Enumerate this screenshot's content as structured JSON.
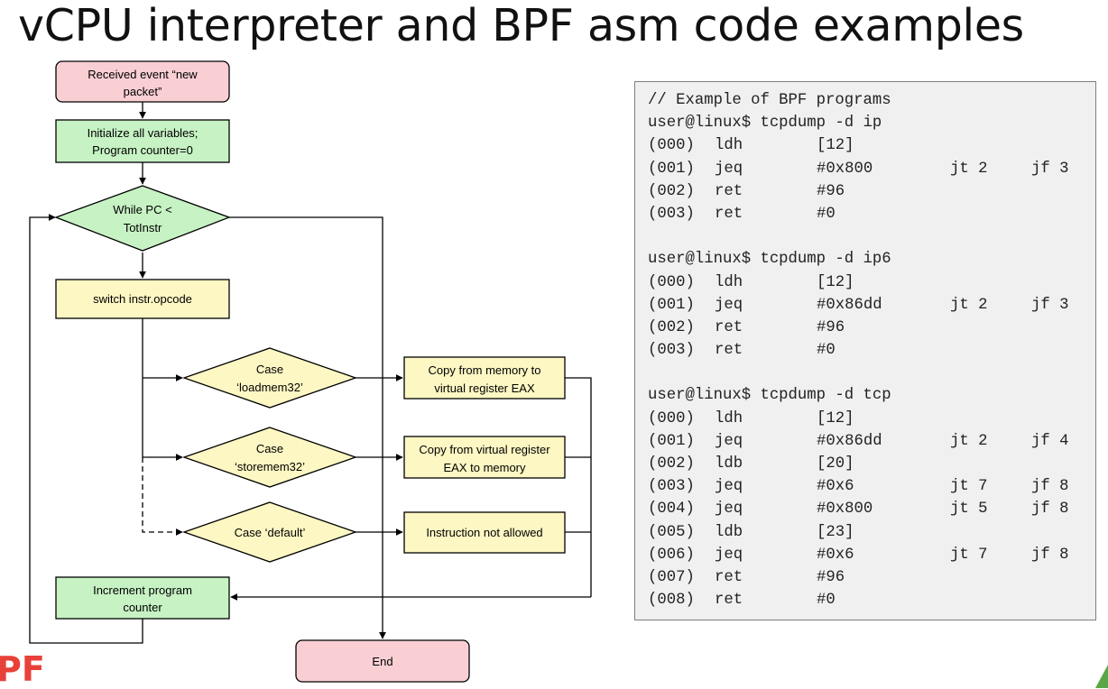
{
  "slide": {
    "title": "vCPU interpreter and BPF asm code examples",
    "logo_text": "PF"
  },
  "flowchart": {
    "start": {
      "line1": "Received event “new",
      "line2": "packet”"
    },
    "init": {
      "line1": "Initialize all variables;",
      "line2": "Program counter=0"
    },
    "while": {
      "line1": "While PC <",
      "line2": "TotInstr"
    },
    "switch": {
      "label": "switch instr.opcode"
    },
    "case_load": {
      "line1": "Case",
      "line2": "‘loadmem32’"
    },
    "case_store": {
      "line1": "Case",
      "line2": "‘storemem32’"
    },
    "case_default": {
      "label": "Case ‘default’"
    },
    "act_load": {
      "line1": "Copy from memory to",
      "line2": "virtual register EAX"
    },
    "act_store": {
      "line1": "Copy from virtual register",
      "line2": "EAX to memory"
    },
    "act_default": {
      "label": "Instruction not allowed"
    },
    "increment": {
      "line1": "Increment program",
      "line2": "counter"
    },
    "end": {
      "label": "End"
    }
  },
  "code_block": {
    "lines": [
      {
        "text": "// Example of BPF programs"
      },
      {
        "text": "user@linux$ tcpdump -d ip"
      },
      {
        "addr": "(000)",
        "op": "ldh",
        "arg": "[12]",
        "jt": "",
        "jf": ""
      },
      {
        "addr": "(001)",
        "op": "jeq",
        "arg": "#0x800",
        "jt": "jt 2",
        "jf": "jf 3"
      },
      {
        "addr": "(002)",
        "op": "ret",
        "arg": "#96",
        "jt": "",
        "jf": ""
      },
      {
        "addr": "(003)",
        "op": "ret",
        "arg": "#0",
        "jt": "",
        "jf": ""
      },
      {
        "text": ""
      },
      {
        "text": "user@linux$ tcpdump -d ip6"
      },
      {
        "addr": "(000)",
        "op": "ldh",
        "arg": "[12]",
        "jt": "",
        "jf": ""
      },
      {
        "addr": "(001)",
        "op": "jeq",
        "arg": "#0x86dd",
        "jt": "jt 2",
        "jf": "jf 3"
      },
      {
        "addr": "(002)",
        "op": "ret",
        "arg": "#96",
        "jt": "",
        "jf": ""
      },
      {
        "addr": "(003)",
        "op": "ret",
        "arg": "#0",
        "jt": "",
        "jf": ""
      },
      {
        "text": ""
      },
      {
        "text": "user@linux$ tcpdump -d tcp"
      },
      {
        "addr": "(000)",
        "op": "ldh",
        "arg": "[12]",
        "jt": "",
        "jf": ""
      },
      {
        "addr": "(001)",
        "op": "jeq",
        "arg": "#0x86dd",
        "jt": "jt 2",
        "jf": "jf 4"
      },
      {
        "addr": "(002)",
        "op": "ldb",
        "arg": "[20]",
        "jt": "",
        "jf": ""
      },
      {
        "addr": "(003)",
        "op": "jeq",
        "arg": "#0x6",
        "jt": "jt 7",
        "jf": "jf 8"
      },
      {
        "addr": "(004)",
        "op": "jeq",
        "arg": "#0x800",
        "jt": "jt 5",
        "jf": "jf 8"
      },
      {
        "addr": "(005)",
        "op": "ldb",
        "arg": "[23]",
        "jt": "",
        "jf": ""
      },
      {
        "addr": "(006)",
        "op": "jeq",
        "arg": "#0x6",
        "jt": "jt 7",
        "jf": "jf 8"
      },
      {
        "addr": "(007)",
        "op": "ret",
        "arg": "#96",
        "jt": "",
        "jf": ""
      },
      {
        "addr": "(008)",
        "op": "ret",
        "arg": "#0",
        "jt": "",
        "jf": ""
      }
    ]
  },
  "colors": {
    "terminal_fill": "#f9cfd4",
    "process_fill": "#c7f2c4",
    "case_fill": "#fdf7c3",
    "stroke": "#000000",
    "code_bg": "#f0f0f0",
    "logo": "#e8413a"
  }
}
